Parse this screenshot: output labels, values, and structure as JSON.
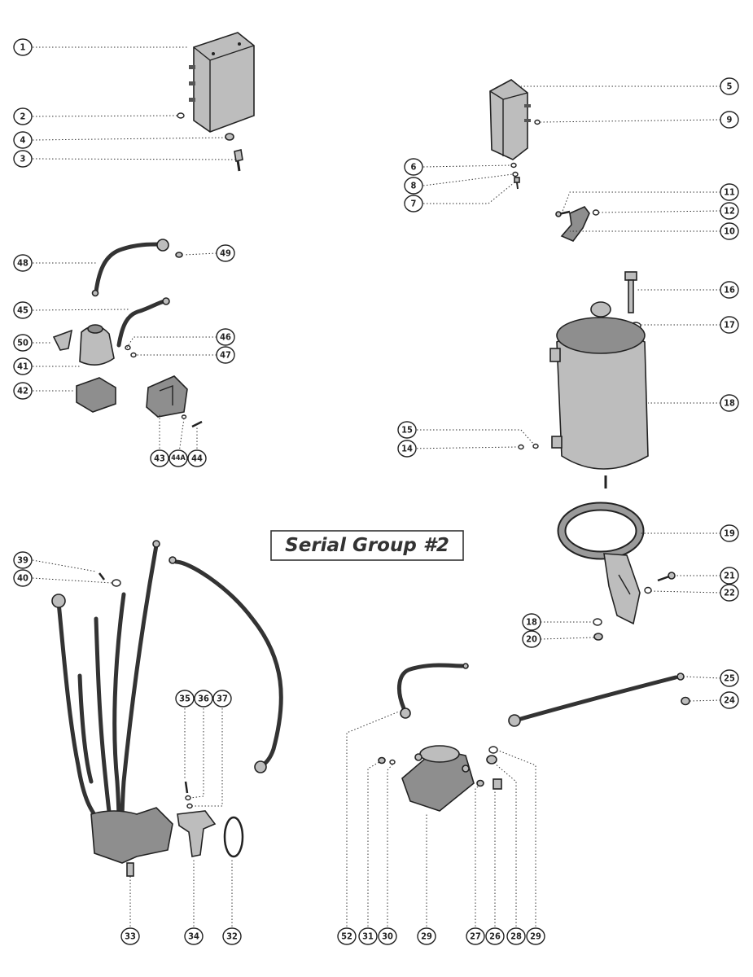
{
  "title": "Serial Group #2",
  "callouts": [
    {
      "key": "c1",
      "label": "1"
    },
    {
      "key": "c2",
      "label": "2"
    },
    {
      "key": "c4",
      "label": "4"
    },
    {
      "key": "c3",
      "label": "3"
    },
    {
      "key": "c5",
      "label": "5"
    },
    {
      "key": "c9",
      "label": "9"
    },
    {
      "key": "c6",
      "label": "6"
    },
    {
      "key": "c8",
      "label": "8"
    },
    {
      "key": "c7",
      "label": "7"
    },
    {
      "key": "c11",
      "label": "11"
    },
    {
      "key": "c12",
      "label": "12"
    },
    {
      "key": "c10",
      "label": "10"
    },
    {
      "key": "c48",
      "label": "48"
    },
    {
      "key": "c49",
      "label": "49"
    },
    {
      "key": "c45",
      "label": "45"
    },
    {
      "key": "c50",
      "label": "50"
    },
    {
      "key": "c46",
      "label": "46"
    },
    {
      "key": "c41",
      "label": "41"
    },
    {
      "key": "c47",
      "label": "47"
    },
    {
      "key": "c42",
      "label": "42"
    },
    {
      "key": "c43",
      "label": "43"
    },
    {
      "key": "c44a",
      "label": "44A"
    },
    {
      "key": "c44",
      "label": "44"
    },
    {
      "key": "c16",
      "label": "16"
    },
    {
      "key": "c17",
      "label": "17"
    },
    {
      "key": "c18",
      "label": "18"
    },
    {
      "key": "c15",
      "label": "15"
    },
    {
      "key": "c14",
      "label": "14"
    },
    {
      "key": "c19",
      "label": "19"
    },
    {
      "key": "c21",
      "label": "21"
    },
    {
      "key": "c22",
      "label": "22"
    },
    {
      "key": "c18b",
      "label": "18"
    },
    {
      "key": "c20",
      "label": "20"
    },
    {
      "key": "c39",
      "label": "39"
    },
    {
      "key": "c40",
      "label": "40"
    },
    {
      "key": "c35",
      "label": "35"
    },
    {
      "key": "c36",
      "label": "36"
    },
    {
      "key": "c37",
      "label": "37"
    },
    {
      "key": "c33",
      "label": "33"
    },
    {
      "key": "c34",
      "label": "34"
    },
    {
      "key": "c32",
      "label": "32"
    },
    {
      "key": "c25",
      "label": "25"
    },
    {
      "key": "c24",
      "label": "24"
    },
    {
      "key": "c52",
      "label": "52"
    },
    {
      "key": "c31",
      "label": "31"
    },
    {
      "key": "c30",
      "label": "30"
    },
    {
      "key": "c29",
      "label": "29"
    },
    {
      "key": "c27",
      "label": "27"
    },
    {
      "key": "c26",
      "label": "26"
    },
    {
      "key": "c28",
      "label": "28"
    },
    {
      "key": "c29b",
      "label": "29"
    }
  ]
}
